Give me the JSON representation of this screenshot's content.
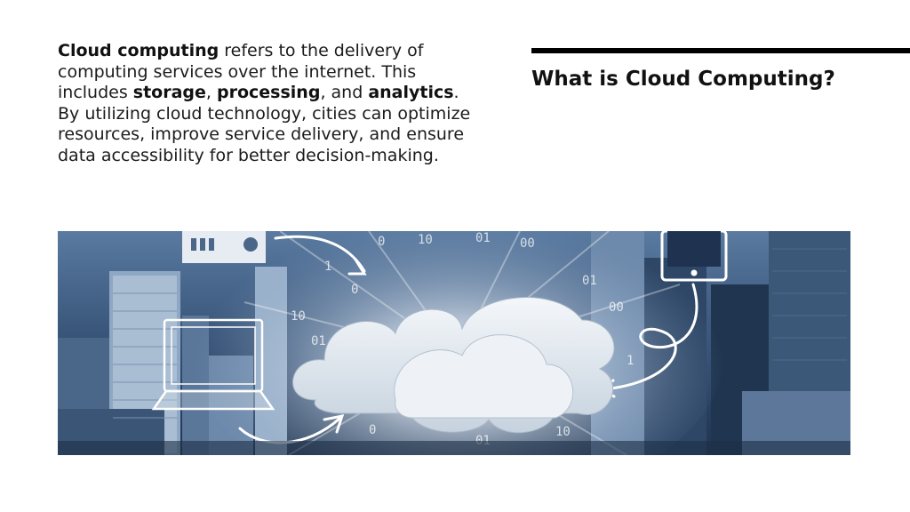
{
  "slide": {
    "title": "What is Cloud Computing?",
    "paragraph": [
      {
        "text": "Cloud computing",
        "bold": true
      },
      {
        "text": " refers to the delivery of computing services over the internet. This includes ",
        "bold": false
      },
      {
        "text": "storage",
        "bold": true
      },
      {
        "text": ", ",
        "bold": false
      },
      {
        "text": "processing",
        "bold": true
      },
      {
        "text": ", and ",
        "bold": false
      },
      {
        "text": "analytics",
        "bold": true
      },
      {
        "text": ". By utilizing cloud technology, cities can optimize resources, improve service delivery, and ensure data accessibility for better decision-making.",
        "bold": false
      }
    ]
  },
  "hero": {
    "binary_glyphs": [
      "0",
      "1",
      "10",
      "01",
      "00",
      "0",
      "1",
      "01"
    ],
    "colors": {
      "sky_dark": "#2d4566",
      "sky_light": "#c9d8e8",
      "building": "#3e5a7e",
      "building_light": "#8fa9c6",
      "cloud": "#e9eef4",
      "cloud_shadow": "#b9c6d4",
      "accent_white": "#ffffff"
    }
  }
}
